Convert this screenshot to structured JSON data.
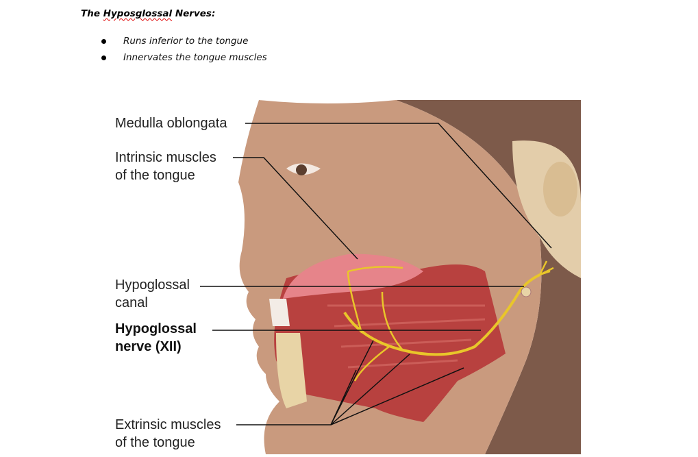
{
  "heading": {
    "prefix": "The ",
    "misspelled": "Hyposglossal",
    "suffix": " Nerves:"
  },
  "bullets": [
    "Runs inferior to the tongue",
    "Innervates the tongue muscles"
  ],
  "figure": {
    "labels": {
      "medulla": "Medulla oblongata",
      "intrinsic_1": "Intrinsic muscles",
      "intrinsic_2": "of the tongue",
      "canal_1": "Hypoglossal",
      "canal_2": "canal",
      "nerve_1": "Hypoglossal",
      "nerve_2": "nerve (XII)",
      "extrinsic_1": "Extrinsic muscles",
      "extrinsic_2": "of the tongue"
    },
    "colors": {
      "skin": "#c99a7e",
      "muscle": "#b8413f",
      "tongue": "#e6848a",
      "nerve": "#e9c62a",
      "bone": "#e8d4a6"
    }
  }
}
